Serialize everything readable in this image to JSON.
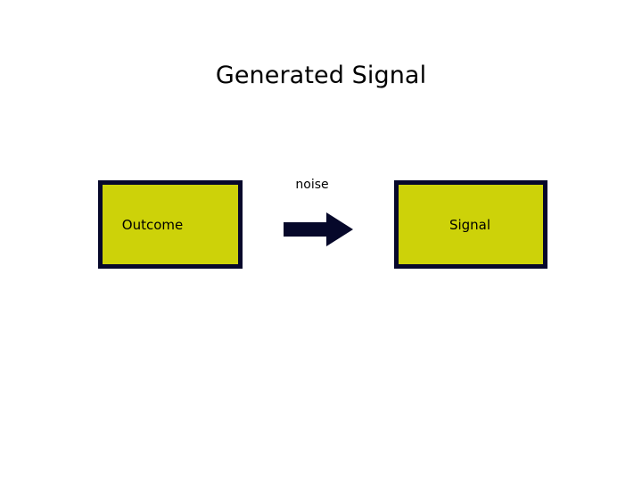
{
  "slide": {
    "title": "Generated Signal",
    "background_color": "#ffffff"
  },
  "palette": {
    "box_fill": "#cdd209",
    "box_border": "#07082b",
    "arrow_fill": "#06082a",
    "text": "#000000"
  },
  "diagram": {
    "nodes": [
      {
        "id": "outcome",
        "label": "Outcome",
        "shape": "rectangle",
        "fill": "#cdd209",
        "border": "#07082b"
      },
      {
        "id": "signal",
        "label": "Signal",
        "shape": "rectangle",
        "fill": "#cdd209",
        "border": "#07082b"
      }
    ],
    "edges": [
      {
        "id": "outcome-to-signal",
        "label": "noise",
        "from": "outcome",
        "to": "signal",
        "direction": "right",
        "style": "block-arrow",
        "color": "#06082a"
      }
    ]
  }
}
